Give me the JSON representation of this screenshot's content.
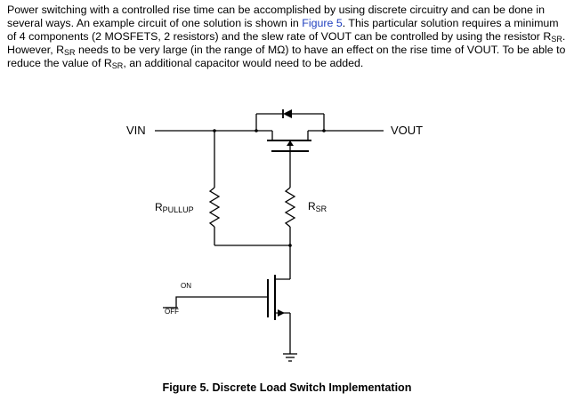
{
  "paragraph": {
    "s1": "Power switching with a controlled rise time can be accomplished by using discrete circuitry and can be done in several ways. An example circuit of one solution is shown in ",
    "link": "Figure 5",
    "s2": ".  This particular solution requires a minimum of 4 components (2 MOSFETS, 2 resistors) and the slew rate of VOUT can be controlled by using the resistor R",
    "s3": ".  However, R",
    "s4": " needs to be very large (in the range of MΩ) to have an effect on the rise time of VOUT. To be able to reduce the value of R",
    "s5": ", an additional capacitor would need to be added.",
    "sub": "SR"
  },
  "circuit": {
    "vin": "VIN",
    "vout": "VOUT",
    "rpullup_main": "R",
    "rpullup_sub": "PULLUP",
    "rsr_main": "R",
    "rsr_sub": "SR",
    "on": "ON",
    "off": "OFF"
  },
  "caption": "Figure 5. Discrete Load Switch Implementation"
}
